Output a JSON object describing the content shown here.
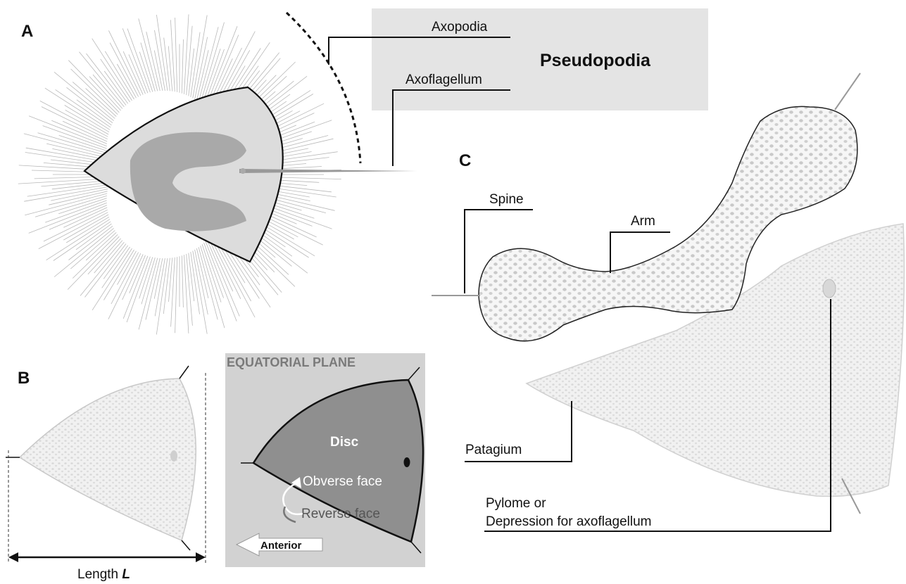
{
  "panels": {
    "a": "A",
    "b": "B",
    "c": "C"
  },
  "panel_a": {
    "axopodia": "Axopodia",
    "axoflagellum": "Axoflagellum",
    "pseudopodia": "Pseudopodia"
  },
  "panel_b": {
    "length_prefix": "Length ",
    "length_symbol": "L",
    "equatorial_plane": "EQUATORIAL PLANE",
    "disc": "Disc",
    "obverse_face": "Obverse face",
    "reverse_face": "Reverse face",
    "anterior": "Anterior"
  },
  "panel_c": {
    "spine": "Spine",
    "arm": "Arm",
    "patagium": "Patagium",
    "pylome_line1": "Pylome or",
    "pylome_line2": "Depression for axoflagellum"
  },
  "colors": {
    "pseudopodia_box": "#e4e4e4",
    "equatorial_box": "#d2d2d2",
    "disc_fill": "#8f8f8f",
    "cell_fill": "#dcdcdc",
    "nucleus_fill": "#a9a9a9",
    "skeleton_fill": "#ececec",
    "pore_fill": "#a8a8a8"
  }
}
